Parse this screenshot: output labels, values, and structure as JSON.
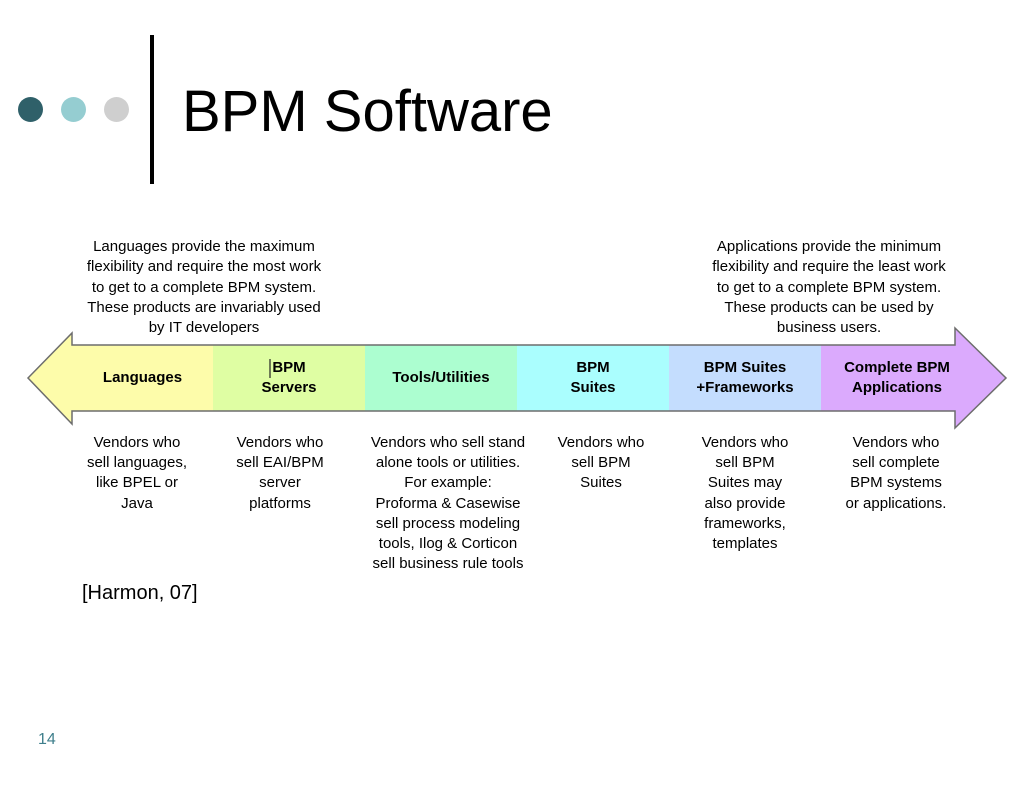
{
  "slide": {
    "title": "BPM Software",
    "page_number": "14",
    "citation": "[Harmon, 07]",
    "decor_dot_colors": [
      "#2f6069",
      "#95cdd1",
      "#cfcfcf"
    ]
  },
  "diagram": {
    "left_note": "Languages provide the maximum\nflexibility and require the most work\nto get to a complete BPM system.\nThese products are invariably used\nby IT developers",
    "right_note": "Applications provide the minimum\nflexibility and require the least work\nto get to a complete BPM system.\nThese products can be used by\nbusiness users.",
    "segments": [
      {
        "label": "Languages",
        "color": "#fdfcaa",
        "vendors": "Vendors who\nsell languages,\nlike BPEL or\nJava"
      },
      {
        "label": "BPM\nServers",
        "color": "#dffea3",
        "vendors": "Vendors who\nsell EAI/BPM\nserver\nplatforms"
      },
      {
        "label": "Tools/Utilities",
        "color": "#acfed0",
        "vendors": "Vendors who sell stand\nalone  tools or utilities.\nFor example:\nProforma & Casewise\nsell process modeling\ntools, Ilog & Corticon\nsell business rule tools"
      },
      {
        "label": "BPM\nSuites",
        "color": "#aafefe",
        "vendors": "Vendors who\nsell  BPM\nSuites"
      },
      {
        "label": "BPM Suites\n+Frameworks",
        "color": "#c4ddfe",
        "vendors": "Vendors who\nsell  BPM\nSuites may\nalso provide\nframeworks,\ntemplates"
      },
      {
        "label": "Complete BPM\nApplications",
        "color": "#dbaafd",
        "vendors": "Vendors who\nsell complete\nBPM systems\nor applications."
      }
    ]
  }
}
